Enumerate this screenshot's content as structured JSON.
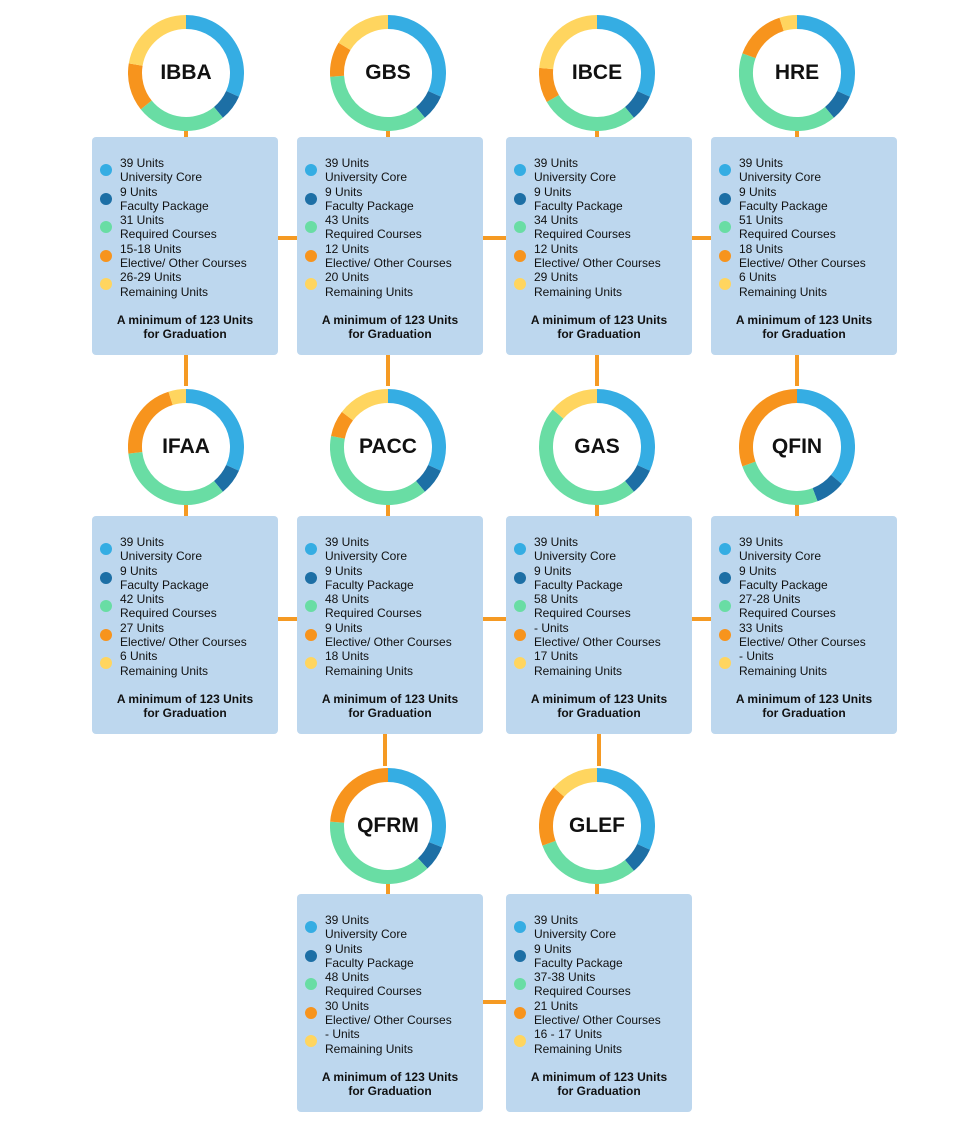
{
  "colors": {
    "university_core": "#35ade3",
    "faculty_package": "#1d6fa5",
    "required_courses": "#69dda4",
    "elective_other": "#f7941d",
    "remaining": "#ffd55f",
    "connector": "#f59a23",
    "card_bg": "#bdd7ee"
  },
  "legend_categories": [
    "University Core",
    "Faculty Package",
    "Required Courses",
    "Elective/ Other Courses",
    "Remaining Units"
  ],
  "footer_line1": "A minimum of 123 Units",
  "footer_line2": "for Graduation",
  "programs": [
    {
      "name": "IBBA",
      "items": [
        {
          "units": "39 Units",
          "label": "University Core"
        },
        {
          "units": "9 Units",
          "label": "Faculty Package"
        },
        {
          "units": "31 Units",
          "label": "Required Courses"
        },
        {
          "units": "15-18 Units",
          "label": "Elective/ Other Courses"
        },
        {
          "units": "26-29 Units",
          "label": "Remaining Units"
        }
      ]
    },
    {
      "name": "GBS",
      "items": [
        {
          "units": "39 Units",
          "label": "University Core"
        },
        {
          "units": "9 Units",
          "label": "Faculty Package"
        },
        {
          "units": "43 Units",
          "label": "Required Courses"
        },
        {
          "units": "12 Units",
          "label": "Elective/ Other Courses"
        },
        {
          "units": "20 Units",
          "label": "Remaining Units"
        }
      ]
    },
    {
      "name": "IBCE",
      "items": [
        {
          "units": "39 Units",
          "label": "University Core"
        },
        {
          "units": "9 Units",
          "label": "Faculty Package"
        },
        {
          "units": "34 Units",
          "label": "Required Courses"
        },
        {
          "units": "12 Units",
          "label": "Elective/ Other Courses"
        },
        {
          "units": "29 Units",
          "label": "Remaining Units"
        }
      ]
    },
    {
      "name": "HRE",
      "items": [
        {
          "units": "39 Units",
          "label": "University Core"
        },
        {
          "units": "9 Units",
          "label": "Faculty Package"
        },
        {
          "units": "51 Units",
          "label": "Required Courses"
        },
        {
          "units": "18 Units",
          "label": "Elective/ Other Courses"
        },
        {
          "units": "6 Units",
          "label": "Remaining Units"
        }
      ]
    },
    {
      "name": "IFAA",
      "items": [
        {
          "units": "39 Units",
          "label": "University Core"
        },
        {
          "units": "9 Units",
          "label": "Faculty Package"
        },
        {
          "units": "42 Units",
          "label": "Required Courses"
        },
        {
          "units": "27 Units",
          "label": "Elective/ Other Courses"
        },
        {
          "units": "6 Units",
          "label": "Remaining Units"
        }
      ]
    },
    {
      "name": "PACC",
      "items": [
        {
          "units": "39 Units",
          "label": "University Core"
        },
        {
          "units": "9 Units",
          "label": "Faculty Package"
        },
        {
          "units": "48 Units",
          "label": "Required Courses"
        },
        {
          "units": "9 Units",
          "label": "Elective/ Other Courses"
        },
        {
          "units": "18 Units",
          "label": "Remaining Units"
        }
      ]
    },
    {
      "name": "GAS",
      "items": [
        {
          "units": "39 Units",
          "label": "University Core"
        },
        {
          "units": "9 Units",
          "label": "Faculty Package"
        },
        {
          "units": "58 Units",
          "label": "Required Courses"
        },
        {
          "units": "- Units",
          "label": "Elective/ Other Courses"
        },
        {
          "units": "17 Units",
          "label": "Remaining Units"
        }
      ]
    },
    {
      "name": "QFIN",
      "items": [
        {
          "units": "39 Units",
          "label": "University Core"
        },
        {
          "units": "9 Units",
          "label": "Faculty Package"
        },
        {
          "units": "27-28 Units",
          "label": "Required Courses"
        },
        {
          "units": "33 Units",
          "label": "Elective/ Other Courses"
        },
        {
          "units": "- Units",
          "label": "Remaining Units"
        }
      ]
    },
    {
      "name": "QFRM",
      "items": [
        {
          "units": "39 Units",
          "label": "University Core"
        },
        {
          "units": "9 Units",
          "label": "Faculty Package"
        },
        {
          "units": "48 Units",
          "label": "Required Courses"
        },
        {
          "units": "30 Units",
          "label": "Elective/ Other Courses"
        },
        {
          "units": "- Units",
          "label": "Remaining Units"
        }
      ]
    },
    {
      "name": "GLEF",
      "items": [
        {
          "units": "39 Units",
          "label": "University Core"
        },
        {
          "units": "9 Units",
          "label": "Faculty Package"
        },
        {
          "units": "37-38 Units",
          "label": "Required Courses"
        },
        {
          "units": "21 Units",
          "label": "Elective/ Other Courses"
        },
        {
          "units": "16 - 17 Units",
          "label": "Remaining Units"
        }
      ]
    }
  ],
  "chart_data": {
    "type": "pie",
    "categories": [
      "University Core",
      "Faculty Package",
      "Required Courses",
      "Elective/ Other Courses",
      "Remaining Units"
    ],
    "series": [
      {
        "name": "IBBA",
        "values": [
          39,
          9,
          31,
          16.5,
          27.5
        ]
      },
      {
        "name": "GBS",
        "values": [
          39,
          9,
          43,
          12,
          20
        ]
      },
      {
        "name": "IBCE",
        "values": [
          39,
          9,
          34,
          12,
          29
        ]
      },
      {
        "name": "HRE",
        "values": [
          39,
          9,
          51,
          18,
          6
        ]
      },
      {
        "name": "IFAA",
        "values": [
          39,
          9,
          42,
          27,
          6
        ]
      },
      {
        "name": "PACC",
        "values": [
          39,
          9,
          48,
          9,
          18
        ]
      },
      {
        "name": "GAS",
        "values": [
          39,
          9,
          58,
          0,
          17
        ]
      },
      {
        "name": "QFIN",
        "values": [
          39,
          9,
          27.5,
          33,
          0
        ]
      },
      {
        "name": "QFRM",
        "values": [
          39,
          9,
          48,
          30,
          0
        ]
      },
      {
        "name": "GLEF",
        "values": [
          39,
          9,
          37.5,
          21,
          16.5
        ]
      }
    ]
  }
}
